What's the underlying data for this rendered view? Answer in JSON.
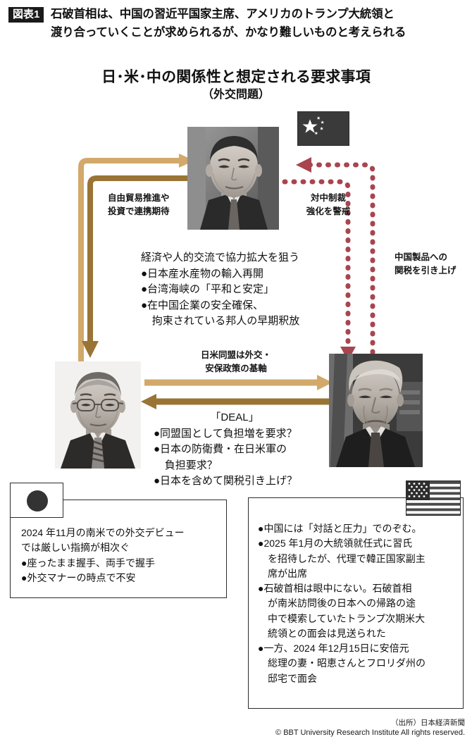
{
  "header": {
    "badge": "図表1",
    "line1": "石破首相は、中国の習近平国家主席、アメリカのトランプ大統領と",
    "line2": "渡り合っていくことが求められるが、かなり難しいものと考えられる",
    "title": "日･米･中の関係性と想定される要求事項",
    "subtitle": "（外交問題）"
  },
  "actors": {
    "china": {
      "name": "習近平国家主席",
      "flag": "china-flag"
    },
    "japan": {
      "name": "石破首相",
      "flag": "japan-flag"
    },
    "usa": {
      "name": "トランプ大統領",
      "flag": "usa-flag"
    }
  },
  "labels": {
    "japan_to_china_line1": "自由貿易推進や",
    "japan_to_china_line2": "投資で連携期待",
    "china_to_usa_line1": "対中制裁",
    "china_to_usa_line2": "強化を警戒",
    "usa_to_china_line1": "中国製品への",
    "usa_to_china_line2": "関税を引き上げ",
    "japan_usa_alliance_line1": "日米同盟は外交・",
    "japan_usa_alliance_line2": "安保政策の基軸"
  },
  "china_demands": {
    "heading": "経済や人的交流で協力拡大を狙う",
    "items": [
      {
        "text": "●日本産水産物の輸入再開",
        "cont": ""
      },
      {
        "text": "●台湾海峡の「平和と安定」",
        "cont": ""
      },
      {
        "text": "●在中国企業の安全確保、",
        "cont": "拘束されている邦人の早期釈放"
      }
    ]
  },
  "usa_demands": {
    "heading": "「DEAL」",
    "items": [
      {
        "text": "●同盟国として負担増を要求？",
        "cont": ""
      },
      {
        "text": "●日本の防衛費・在日米軍の",
        "cont": "負担要求？"
      },
      {
        "text": "●日本を含めて関税引き上げ？",
        "cont": ""
      }
    ]
  },
  "japan_box": {
    "lines": [
      {
        "text": "2024 年11月の南米での外交デビュー",
        "indent": false
      },
      {
        "text": "では厳しい指摘が相次ぐ",
        "indent": false
      },
      {
        "text": "●座ったまま握手、両手で握手",
        "indent": false
      },
      {
        "text": "●外交マナーの時点で不安",
        "indent": false
      }
    ]
  },
  "usa_box": {
    "lines": [
      {
        "text": "●中国には「対話と圧力」でのぞむ。",
        "indent": false
      },
      {
        "text": "●2025 年1月の大統領就任式に習氏",
        "indent": false
      },
      {
        "text": "を招待したが、代理で韓正国家副主",
        "indent": true
      },
      {
        "text": "席が出席",
        "indent": true
      },
      {
        "text": "●石破首相は眼中にない。石破首相",
        "indent": false
      },
      {
        "text": "が南米訪問後の日本への帰路の途",
        "indent": true
      },
      {
        "text": "中で模索していたトランプ次期米大",
        "indent": true
      },
      {
        "text": "統領との面会は見送られた",
        "indent": true
      },
      {
        "text": "●一方、2024 年12月15日に安倍元",
        "indent": false
      },
      {
        "text": "総理の妻・昭恵さんとフロリダ州の",
        "indent": true
      },
      {
        "text": "邸宅で面会",
        "indent": true
      }
    ]
  },
  "footer": {
    "source": "（出所）日本経済新聞",
    "copyright": "© BBT University Research Institute All rights reserved."
  },
  "colors": {
    "arrow_light": "#D2A96B",
    "arrow_dark": "#9A7435",
    "dotted_red": "#A8454F",
    "text": "#111111",
    "border": "#2b2b2b"
  }
}
